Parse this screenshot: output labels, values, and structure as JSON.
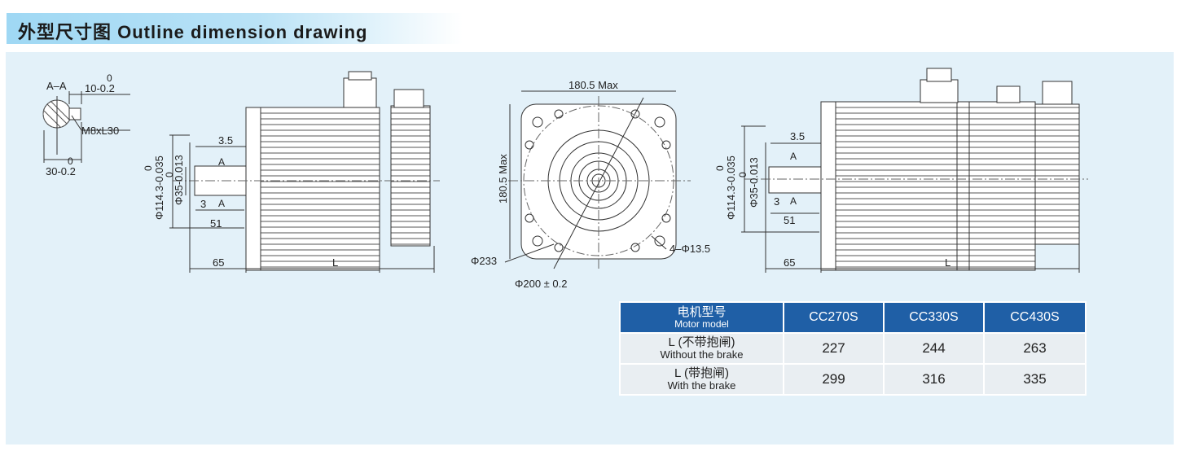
{
  "header": {
    "title": "外型尺寸图 Outline dimension drawing"
  },
  "drawing": {
    "section_label": "A–A",
    "key_width": "10",
    "key_width_tol": "-0.2",
    "key_width_upper": "0",
    "thread": "M8xL30",
    "key_depth": "30",
    "key_depth_tol": "-0.2",
    "key_depth_upper": "0",
    "pilot_dia": "Φ114.3",
    "pilot_tol": "-0.035",
    "pilot_upper": "0",
    "shaft_dia": "Φ35",
    "shaft_tol": "-0.013",
    "shaft_upper": "0",
    "shoulder": "3.5",
    "key_offset": "3",
    "key_len": "51",
    "shaft_len": "65",
    "body_len": "L",
    "section_mark": "A",
    "flange_width": "180.5 Max",
    "flange_height": "180.5 Max",
    "outer_dia": "Φ233",
    "pcd": "Φ200 ± 0.2",
    "holes": "4–Φ13.5"
  },
  "table": {
    "header_cn": "电机型号",
    "header_en": "Motor model",
    "models": [
      "CC270S",
      "CC330S",
      "CC430S"
    ],
    "rows": [
      {
        "label_cn": "L (不带抱闸)",
        "label_en": "Without the brake",
        "values": [
          "227",
          "244",
          "263"
        ]
      },
      {
        "label_cn": "L (带抱闸)",
        "label_en": "With the brake",
        "values": [
          "299",
          "316",
          "335"
        ]
      }
    ]
  },
  "colors": {
    "header_band": "#a8dcf5",
    "panel": "#e3f1f9",
    "table_header": "#1f5fa6",
    "table_cell": "#e9eef2"
  }
}
